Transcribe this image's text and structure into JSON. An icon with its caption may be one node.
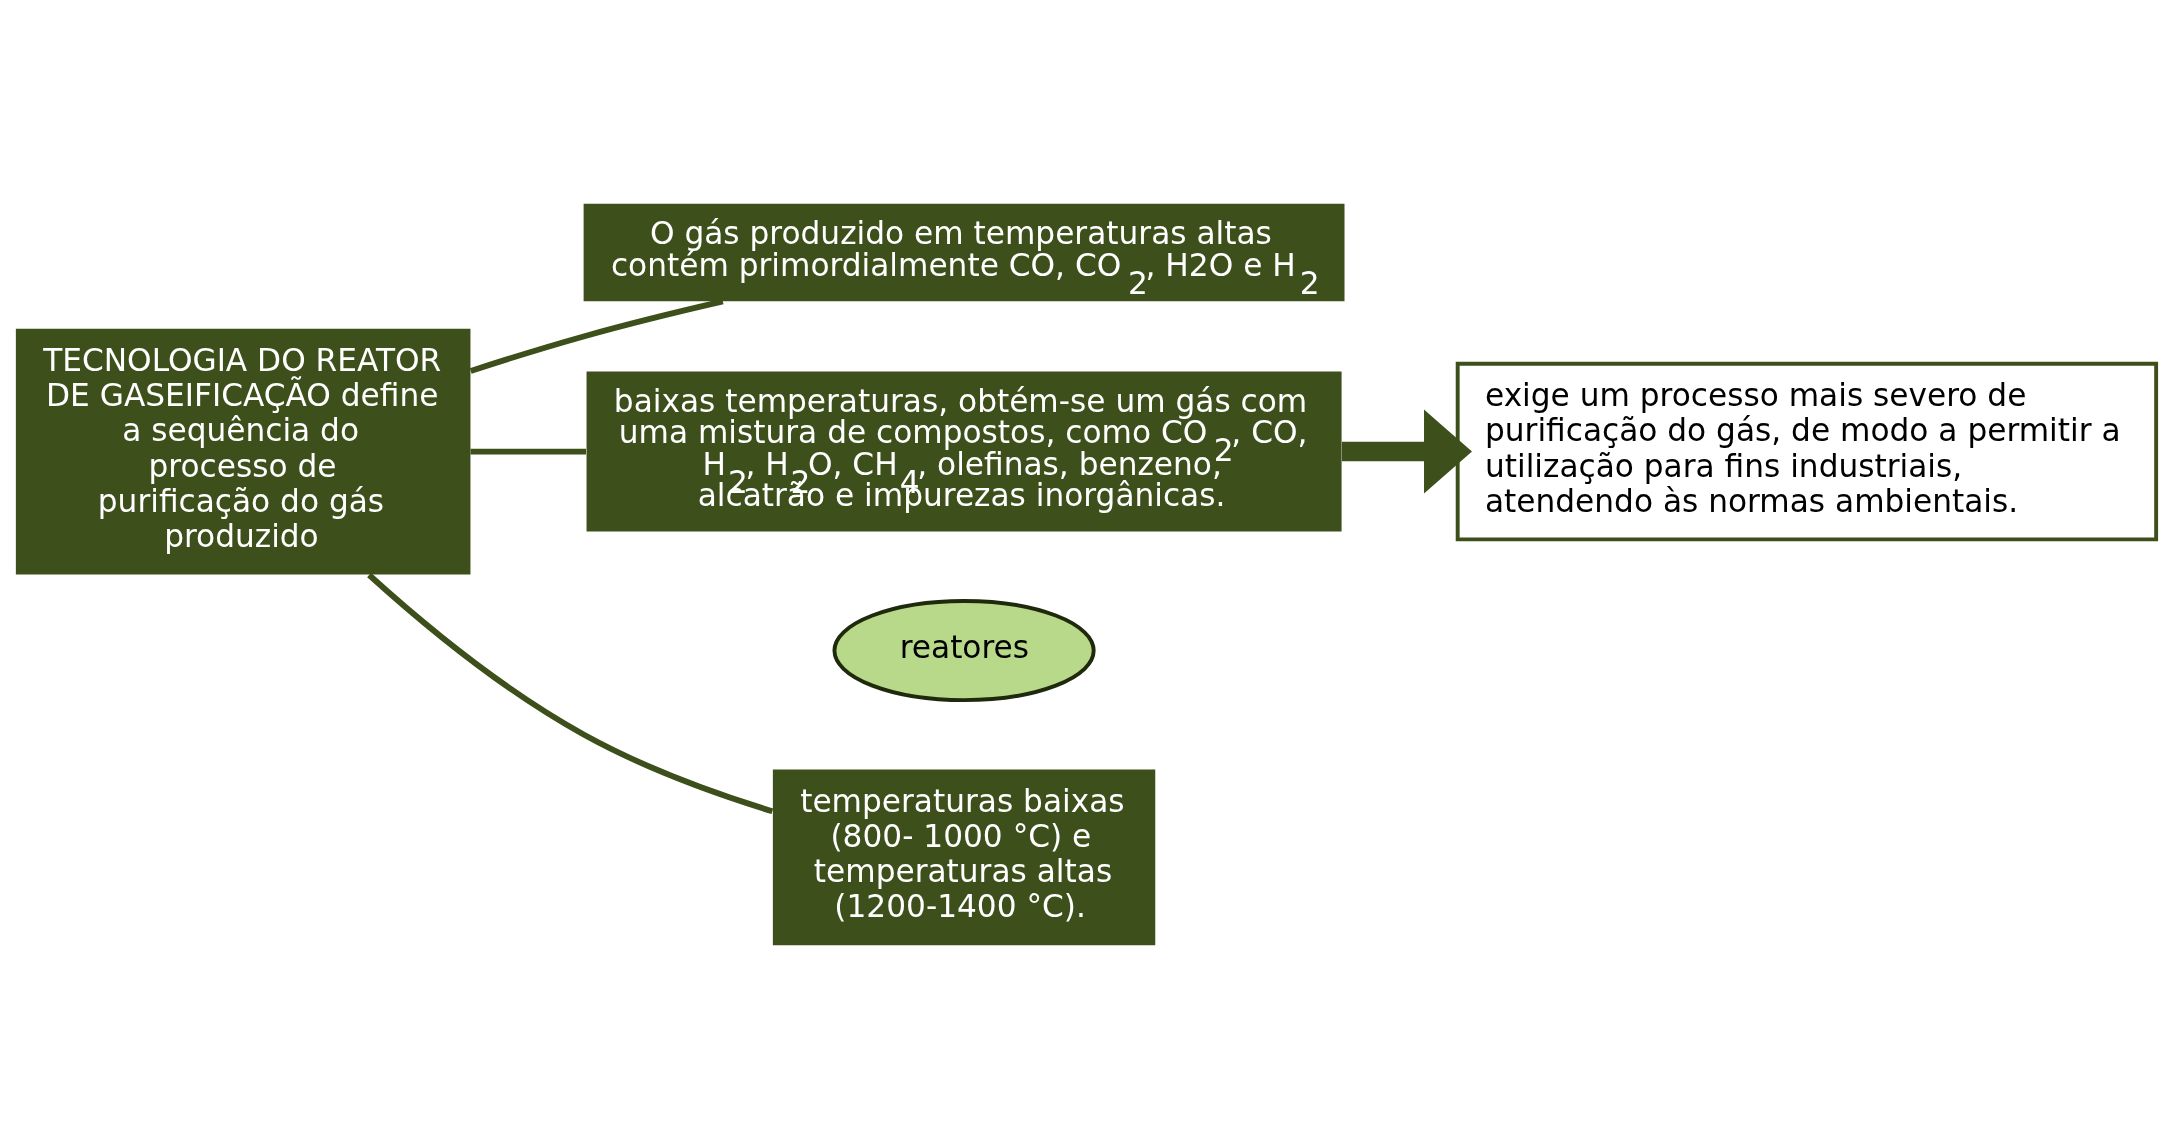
{
  "diagram": {
    "nodes": [
      {
        "text": [
          "TECNOLOGIA DO REATOR DE GASEIFICAÇÃO define a sequência do processo de purificação do gás produzido"
        ]
      },
      {
        "text": [
          "reatores"
        ]
      },
      {
        "text": [
          "temperaturas baixas (800- 1000 °C) e temperaturas altas (1200-1400 °C)."
        ]
      },
      {
        "text": [
          "O gás produzido em temperaturas altas contém primordialmente CO, CO$_{2}$, H2O e H$_{2}$"
        ]
      },
      {
        "text": [
          "baixas temperaturas, obtém-se um gás com uma mistura de compostos, como CO$_{2}$, CO, H$_{2}$, H$_{2}$O, CH$_{4}$, olefinas, benzeno, alcatrão e impurezas inorgânicas."
        ]
      },
      {
        "text": [
          "exige um processo mais severo de purificação do gás, de modo a permitir a utilização para fins industriais, atendendo às normas ambientais."
        ]
      }
    ],
    "edges": [
      {
        "from": 0,
        "to": 2,
        "arrow": "none"
      },
      {
        "from": 0,
        "to": 3,
        "arrow": "none"
      },
      {
        "from": 0,
        "to": 4,
        "arrow": "none"
      },
      {
        "from": 4,
        "to": 5,
        "arrow": "to",
        "style": "thick"
      }
    ]
  }
}
